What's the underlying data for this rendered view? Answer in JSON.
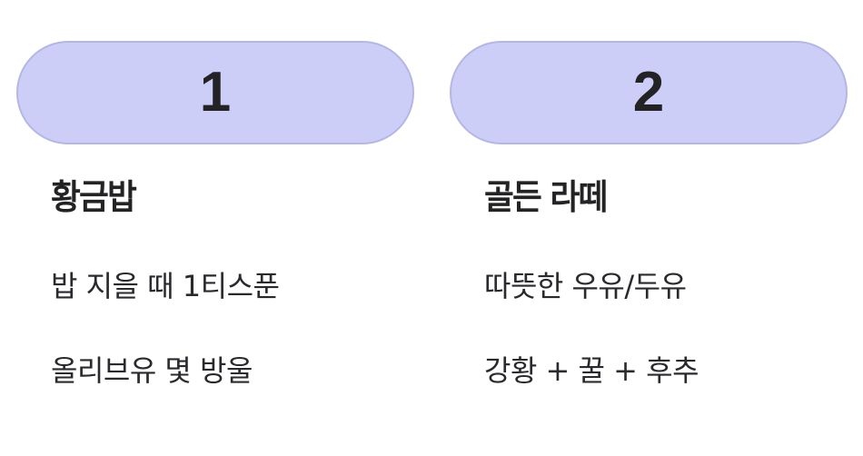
{
  "cards": [
    {
      "number": "1",
      "title": "황금밥",
      "lines": [
        "밥 지을 때 1티스푼",
        "올리브유 몇 방울"
      ]
    },
    {
      "number": "2",
      "title": "골든 라떼",
      "lines": [
        "따뜻한 우유/두유",
        "강황 + 꿀 + 후추"
      ]
    }
  ],
  "colors": {
    "pill_fill": "#cdcef8",
    "pill_border": "#b5b7e3",
    "text": "#232325",
    "background": "#ffffff"
  }
}
